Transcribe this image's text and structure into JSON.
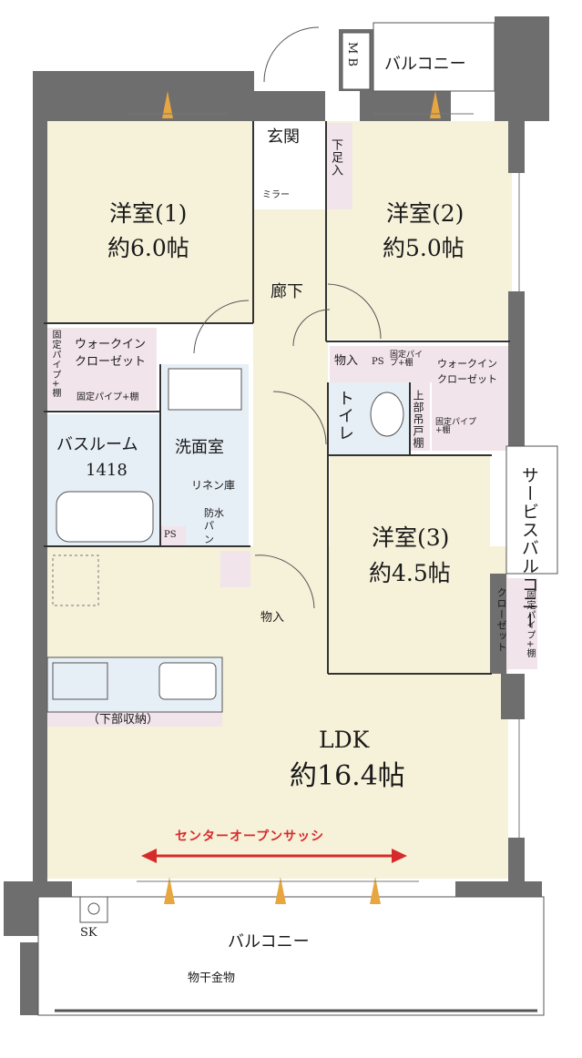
{
  "colors": {
    "wall": "#6e6e6e",
    "room": "#f6f1d9",
    "wet": "#e6eef6",
    "storage": "#f1e4ea",
    "balcony": "#ffffff",
    "accent": "#d62b2b",
    "airflow": "#e7a640"
  },
  "rooms": {
    "western1": {
      "name": "洋室(1)",
      "size": "約6.0帖"
    },
    "western2": {
      "name": "洋室(2)",
      "size": "約5.0帖"
    },
    "western3": {
      "name": "洋室(3)",
      "size": "約4.5帖"
    },
    "ldk": {
      "name": "LDK",
      "size": "約16.4帖"
    }
  },
  "labels": {
    "mb": "M B",
    "balcony_top": "バルコニー",
    "entrance": "玄関",
    "shoe_storage": "下足入",
    "mirror": "ミラー",
    "hallway": "廊下",
    "walkin_closet_1": "ウォークイン クローゼット",
    "fixed_pipe_shelf_v": "固定パイプ+棚",
    "fixed_pipe_shelf_h": "固定パイプ+棚",
    "storage_small": "物入",
    "ps": "PS",
    "fixed_pipe_shelf_small": "固定パイプ+棚",
    "walkin_closet_2": "ウォークイン クローゼット",
    "toilet": "トイレ",
    "upper_cabinet": "上部吊戸棚",
    "fixed_pipe_shelf_toilet": "固定パイプ+棚",
    "bathroom": "バスルーム",
    "bathroom_size": "1418",
    "washroom": "洗面室",
    "linen": "リネン庫",
    "waterproof_pan": "防水パン",
    "ps2": "PS",
    "service_balcony": "サービスバルコニー",
    "closet": "クローゼット",
    "fixed_pipe_shelf_closet": "固定パイプ+棚",
    "storage_hall": "物入",
    "under_storage": "（下部収納）",
    "center_open_sash": "センターオープンサッシ",
    "sk": "SK",
    "balcony_bottom": "バルコニー",
    "laundry_hanger": "物干金物"
  }
}
